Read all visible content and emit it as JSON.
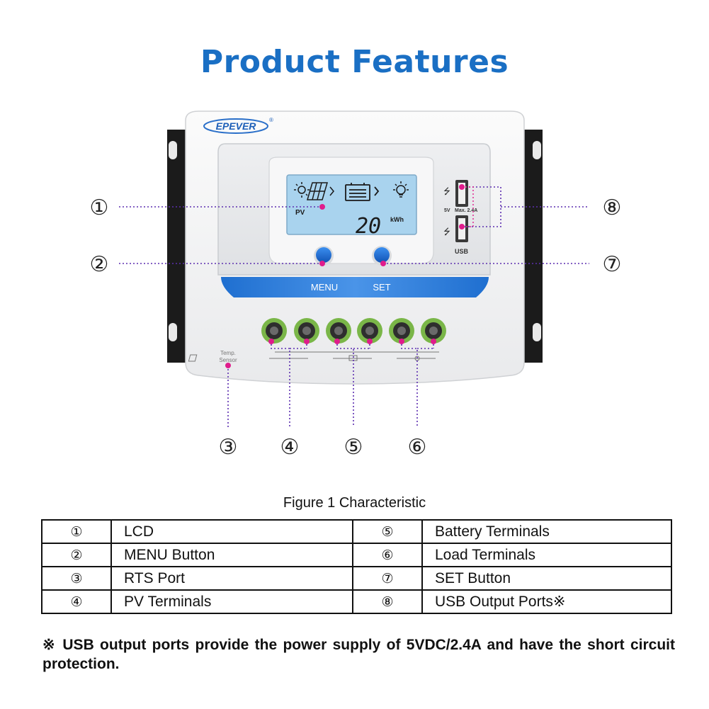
{
  "title": "Product Features",
  "device": {
    "brand": "EPEVER",
    "registered_mark": "®",
    "lcd_pv_label": "PV",
    "lcd_value": "20",
    "lcd_unit": "kWh",
    "menu_label": "MENU",
    "set_label": "SET",
    "usb_spec_5v": "5V",
    "usb_spec_max": "Max. 2.4A",
    "usb_label": "USB",
    "temp_sensor_line1": "Temp.",
    "temp_sensor_line2": "Sensor"
  },
  "callouts": [
    "①",
    "②",
    "③",
    "④",
    "⑤",
    "⑥",
    "⑦",
    "⑧"
  ],
  "figure_caption": "Figure 1 Characteristic",
  "legend": {
    "rows": [
      {
        "n1": "①",
        "l1": "LCD",
        "n2": "⑤",
        "l2": "Battery Terminals"
      },
      {
        "n1": "②",
        "l1": "MENU Button",
        "n2": "⑥",
        "l2": "Load Terminals"
      },
      {
        "n1": "③",
        "l1": "RTS Port",
        "n2": "⑦",
        "l2": "SET Button"
      },
      {
        "n1": "④",
        "l1": "PV Terminals",
        "n2": "⑧",
        "l2": "USB Output Ports※"
      }
    ]
  },
  "note": "※ USB output ports provide the power supply of 5VDC/2.4A and have the short circuit protection.",
  "colors": {
    "title_blue": "#1a6fc4",
    "button_blue": "#1e6ad6",
    "lcd_blue": "#a9d3ee",
    "terminal_green": "#7ab648",
    "dot_magenta": "#e01c8c",
    "leader_purple": "#5d2fb0"
  }
}
